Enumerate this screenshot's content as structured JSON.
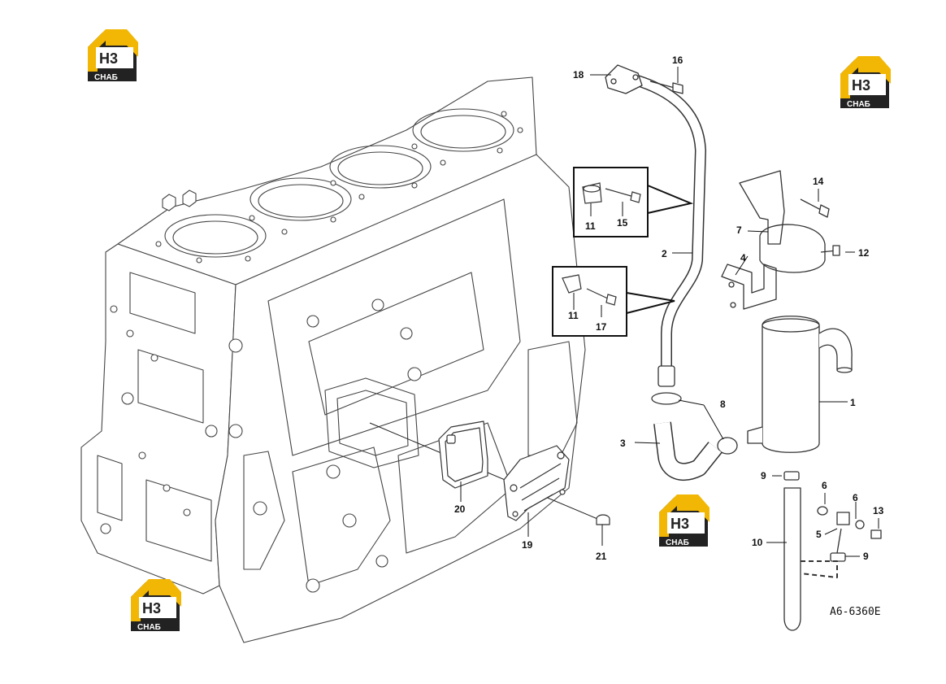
{
  "drawing_ref": "A6-6360E",
  "logo": {
    "mark": "H3",
    "caption": "СНАБ",
    "color_gold": "#f2b705",
    "color_dark": "#222222"
  },
  "callouts": {
    "c1": "1",
    "c2": "2",
    "c3": "3",
    "c4": "4",
    "c5": "5",
    "c6a": "6",
    "c6b": "6",
    "c7": "7",
    "c8": "8",
    "c9a": "9",
    "c9b": "9",
    "c10": "10",
    "c11a": "11",
    "c11b": "11",
    "c12": "12",
    "c13": "13",
    "c14": "14",
    "c15": "15",
    "c16": "16",
    "c17": "17",
    "c18": "18",
    "c19": "19",
    "c20": "20",
    "c21": "21"
  }
}
